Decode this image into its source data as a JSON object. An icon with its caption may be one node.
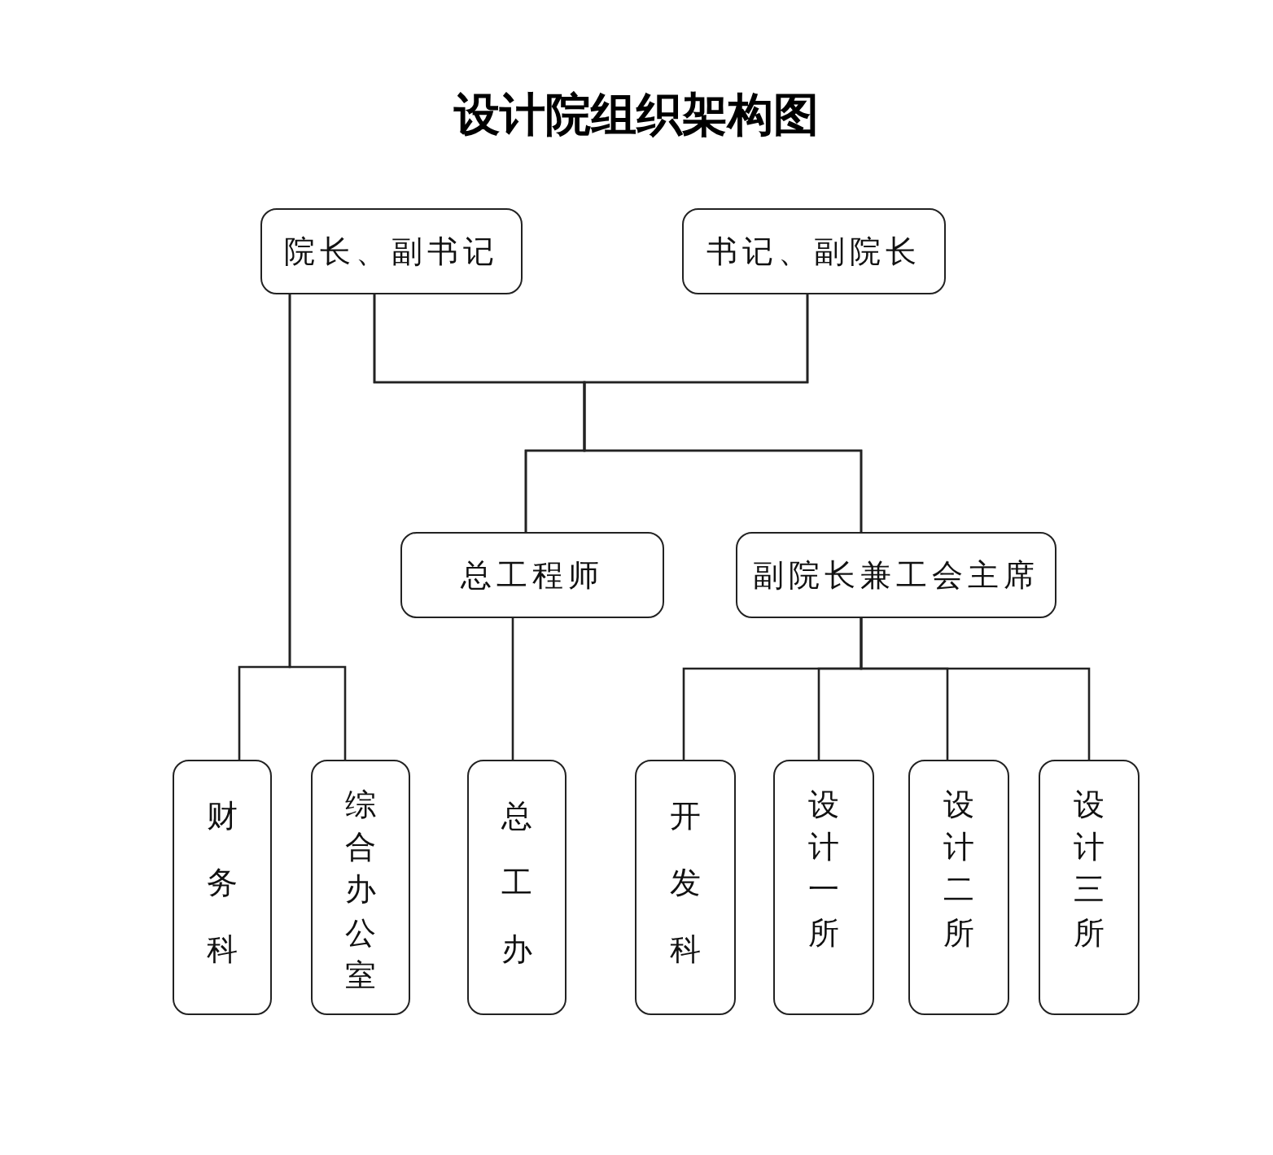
{
  "diagram": {
    "title": "设计院组织架构图",
    "nodes": [
      {
        "text": [
          "院长、副书记"
        ]
      },
      {
        "text": [
          "书记、副院长"
        ]
      },
      {
        "text": [
          "总工程师"
        ]
      },
      {
        "text": [
          "副院长兼工会主席"
        ]
      },
      {
        "text": [
          "财务科"
        ]
      },
      {
        "text": [
          "综合办公室"
        ]
      },
      {
        "text": [
          "总工办"
        ]
      },
      {
        "text": [
          "开发科"
        ]
      },
      {
        "text": [
          "设计一所"
        ]
      },
      {
        "text": [
          "设计二所"
        ]
      },
      {
        "text": [
          "设计三所"
        ]
      }
    ],
    "edges": [
      {
        "from": 0,
        "to": 2,
        "arrow": "none"
      },
      {
        "from": 0,
        "to": 3,
        "arrow": "none"
      },
      {
        "from": 1,
        "to": 2,
        "arrow": "none"
      },
      {
        "from": 1,
        "to": 3,
        "arrow": "none"
      },
      {
        "from": 0,
        "to": 4,
        "arrow": "none"
      },
      {
        "from": 0,
        "to": 5,
        "arrow": "none"
      },
      {
        "from": 2,
        "to": 6,
        "arrow": "none"
      },
      {
        "from": 3,
        "to": 7,
        "arrow": "none"
      },
      {
        "from": 3,
        "to": 8,
        "arrow": "none"
      },
      {
        "from": 3,
        "to": 9,
        "arrow": "none"
      },
      {
        "from": 3,
        "to": 10,
        "arrow": "none"
      }
    ]
  }
}
